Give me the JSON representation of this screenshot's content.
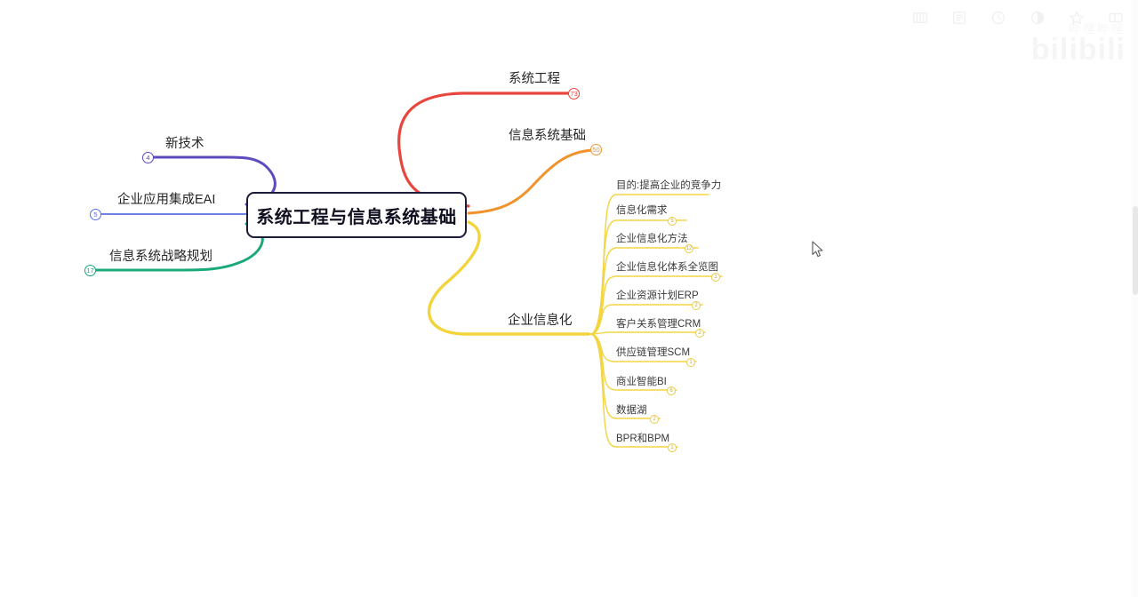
{
  "app": {
    "title": "系统工程与信息系统基础",
    "watermark": "bilibili",
    "watermark_sub": "哔哩哔哩"
  },
  "toolbar": {
    "items": [
      {
        "name": "columns-icon",
        "label": "大纲栏"
      },
      {
        "name": "outline-icon",
        "label": "大纲"
      },
      {
        "name": "history-icon",
        "label": "历史"
      },
      {
        "name": "contrast-icon",
        "label": "主题"
      },
      {
        "name": "star-icon",
        "label": "收藏"
      },
      {
        "name": "layout-icon",
        "label": "布局"
      }
    ]
  },
  "mindmap": {
    "root": {
      "label": "系统工程与信息系统基础"
    },
    "branches": [
      {
        "label": "系统工程",
        "badge": "73",
        "color": "#e8453c",
        "side": "right"
      },
      {
        "label": "信息系统基础",
        "badge": "50",
        "color": "#f0932b",
        "side": "right"
      },
      {
        "label": "企业信息化",
        "badge": "",
        "color": "#f2d43c",
        "side": "right"
      },
      {
        "label": "新技术",
        "badge": "4",
        "color": "#5b4bbd",
        "side": "left"
      },
      {
        "label": "企业应用集成EAI",
        "badge": "5",
        "color": "#5a6fe0",
        "side": "left"
      },
      {
        "label": "信息系统战略规划",
        "badge": "17",
        "color": "#19a97a",
        "side": "left"
      }
    ],
    "enterprise_children": [
      {
        "label": "目的:提高企业的竞争力",
        "badge": ""
      },
      {
        "label": "信息化需求",
        "badge": "5"
      },
      {
        "label": "企业信息化方法",
        "badge": "12"
      },
      {
        "label": "企业信息化体系全览图",
        "badge": "1"
      },
      {
        "label": "企业资源计划ERP",
        "badge": "2"
      },
      {
        "label": "客户关系管理CRM",
        "badge": "2"
      },
      {
        "label": "供应链管理SCM",
        "badge": "1"
      },
      {
        "label": "商业智能BI",
        "badge": "6"
      },
      {
        "label": "数据湖",
        "badge": "2"
      },
      {
        "label": "BPR和BPM",
        "badge": "1"
      }
    ],
    "colors": {
      "red": "#e8453c",
      "orange": "#f0932b",
      "yellow": "#f2d43c",
      "purple": "#5b4bbd",
      "blue": "#5a6fe0",
      "green": "#19a97a",
      "root_border": "#1c1b3a"
    }
  }
}
